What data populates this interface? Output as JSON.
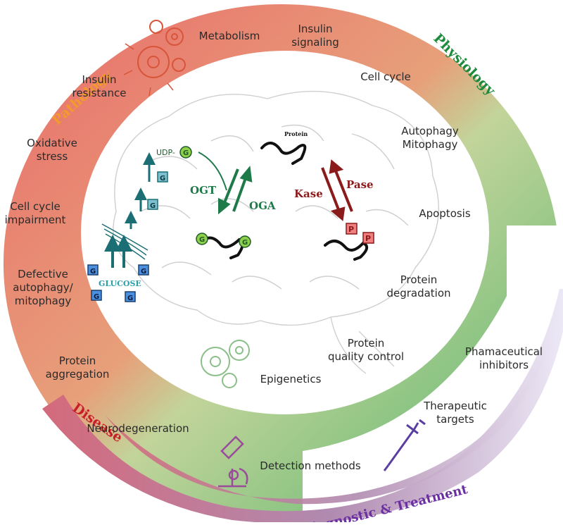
{
  "ring_labels": {
    "pathology": "Pathology",
    "physiology": "Physiology",
    "disease": "Disease",
    "diagnostic": "Diagnostic & Treatment"
  },
  "items": {
    "metabolism": "Metabolism",
    "insulin_signaling": "Insulin\nsignaling",
    "cell_cycle": "Cell cycle",
    "autophagy": "Autophagy\nMitophagy",
    "apoptosis": "Apoptosis",
    "protein_degradation": "Protein\ndegradation",
    "protein_quality": "Protein\nquality control",
    "epigenetics": "Epigenetics",
    "insulin_resistance": "Insulin\nresistance",
    "oxidative_stress": "Oxidative\nstress",
    "cell_cycle_impairment": "Cell cycle\nimpairment",
    "defective_autophagy": "Defective\nautophagy/\nmitophagy",
    "protein_aggregation": "Protein\naggregation",
    "neurodegeneration": "Neurodegeneration",
    "detection_methods": "Detection methods",
    "therapeutic_targets": "Therapeutic\ntargets",
    "pharmaceutical_inhibitors": "Phamaceutical\ninhibitors"
  },
  "center": {
    "udp": "UDP-",
    "g": "G",
    "p": "P",
    "ogt": "OGT",
    "oga": "OGA",
    "kase": "Kase",
    "pase": "Pase",
    "protein": "Protein",
    "glucose": "GLUCOSE"
  },
  "colors": {
    "pathology": "#f29a2e",
    "physiology": "#1e8a3c",
    "disease": "#c8202a",
    "diagnostic": "#6a2fa0",
    "ogt_green": "#1f7a4a",
    "kase_red": "#8b1a1a",
    "glucose_teal": "#1b6f74",
    "glucose_blue": "#2e6fbf"
  }
}
